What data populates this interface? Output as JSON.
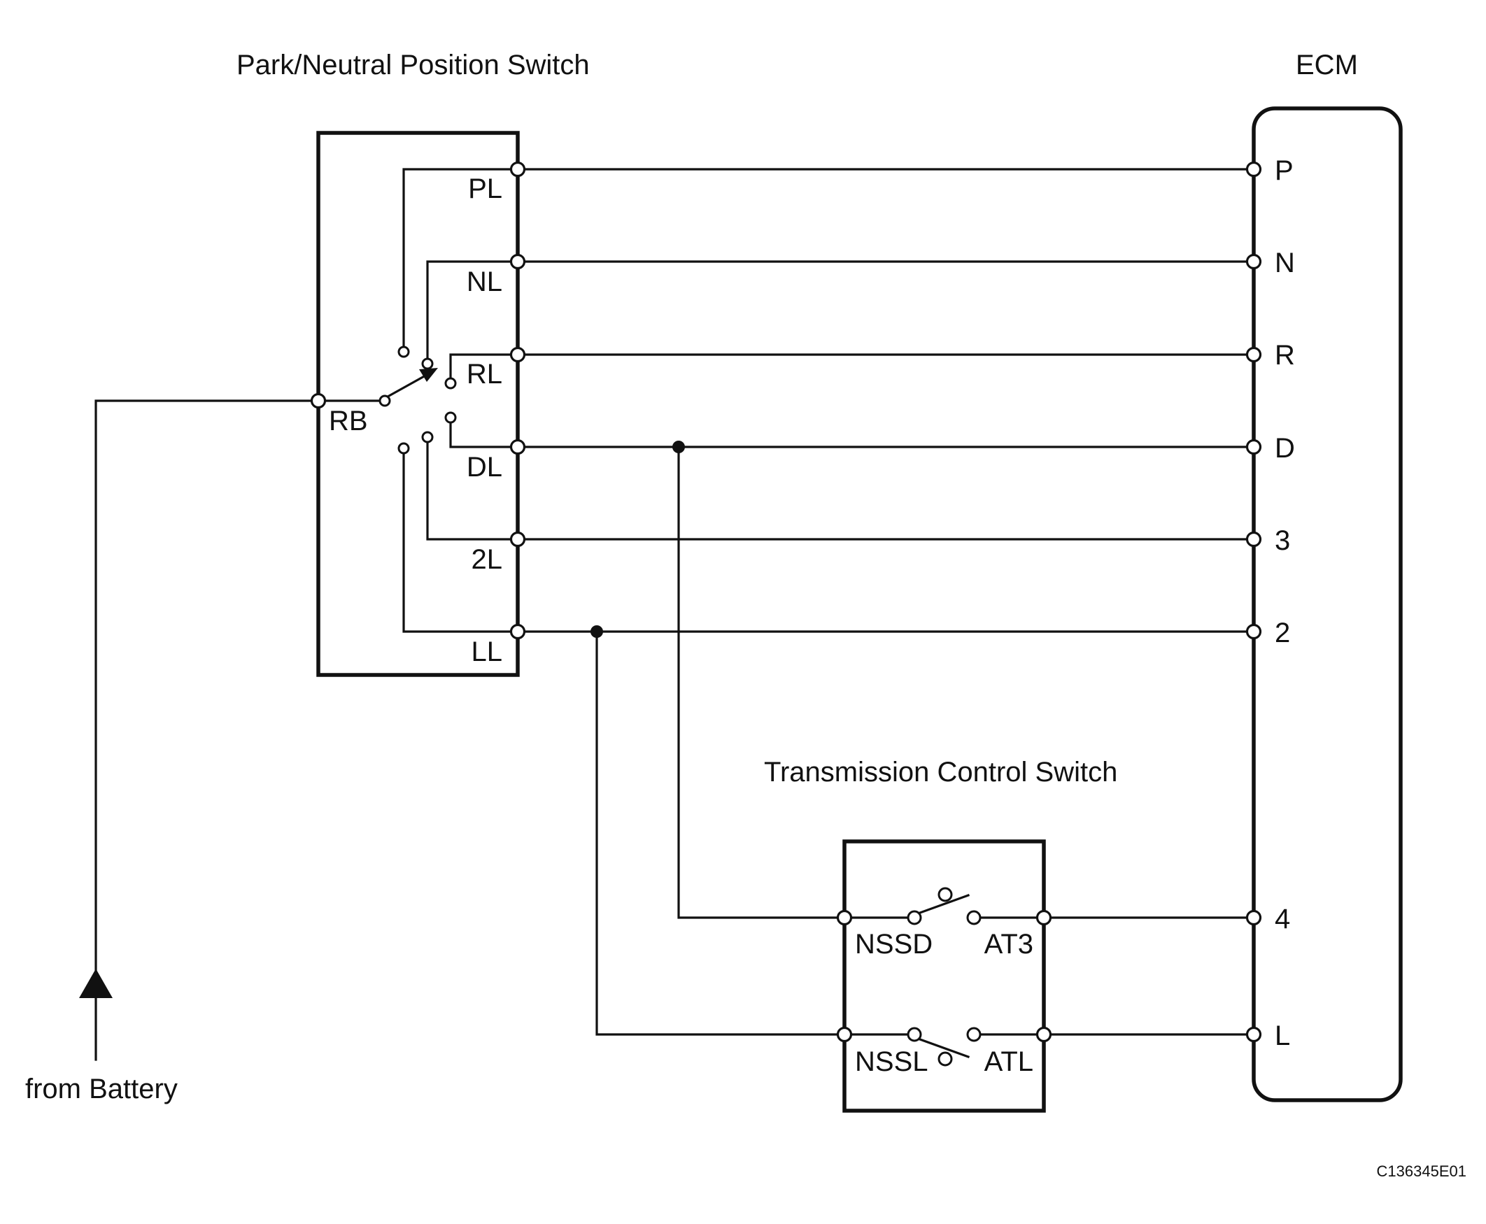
{
  "titles": {
    "pnp_switch": "Park/Neutral Position Switch",
    "ecm": "ECM",
    "tcs": "Transmission Control Switch"
  },
  "pnp_terminals": [
    "PL",
    "NL",
    "RL",
    "DL",
    "2L",
    "LL"
  ],
  "pnp_common": "RB",
  "ecm_terminals": [
    "P",
    "N",
    "R",
    "D",
    "3",
    "2",
    "4",
    "L"
  ],
  "tcs_terminals": {
    "nssd": "NSSD",
    "at3": "AT3",
    "nssl": "NSSL",
    "atl": "ATL"
  },
  "battery_label": "from Battery",
  "figure_code": "C136345E01"
}
